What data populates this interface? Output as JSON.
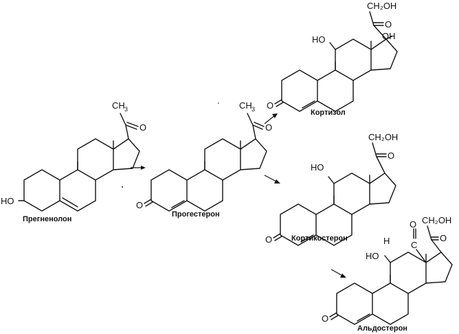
{
  "compounds": {
    "pregnenolone": {
      "name": "Прегненолон",
      "labels": {
        "ho": "HO",
        "ch": "CH",
        "sub3": "3",
        "o": "O"
      }
    },
    "progesterone": {
      "name": "Прогестерон",
      "labels": {
        "o_ring": "O",
        "ch": "CH",
        "sub3": "3",
        "o": "O"
      }
    },
    "cortisol": {
      "name": "Кортизол",
      "labels": {
        "o_ring": "O",
        "ho": "HO",
        "ch2oh": "CH₂OH",
        "o": "O",
        "oh": "OH"
      }
    },
    "corticosterone": {
      "name": "Кортикостерон",
      "labels": {
        "o_ring": "O",
        "ho": "HO",
        "ch2oh": "CH₂OH",
        "o": "O"
      }
    },
    "aldosterone": {
      "name": "Альдостерон",
      "labels": {
        "o_ring": "O",
        "ho": "HO",
        "ch2oh": "CH₂OH",
        "o": "O",
        "h": "H",
        "o_ald": "O",
        "c_ald": "C"
      }
    }
  },
  "arrows": [
    {
      "from": "pregnenolone",
      "to": "progesterone"
    },
    {
      "from": "progesterone",
      "to": "cortisol"
    },
    {
      "from": "progesterone",
      "to": "corticosterone"
    },
    {
      "from": "corticosterone",
      "to": "aldosterone"
    }
  ]
}
